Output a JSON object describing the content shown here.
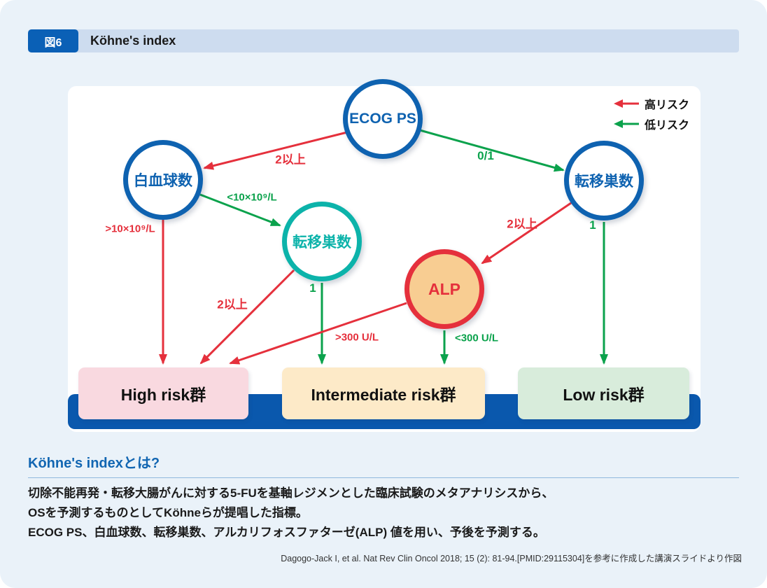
{
  "figure": {
    "badge": "図6",
    "title": "Köhne's index"
  },
  "colors": {
    "blue": "#0e62b0",
    "teal": "#0cb3aa",
    "red": "#e5303c",
    "green": "#0ba24c",
    "bar_blue": "#0a58ad",
    "badge_blue": "#0a60b6",
    "header_bg": "#cddcef",
    "page_bg": "#eaf2f9",
    "high_box": "#f9d9e0",
    "intermediate_box": "#fdeac8",
    "low_box": "#d8ecdb",
    "alp_fill": "#f8cd92"
  },
  "legend": {
    "high_label": "高リスク",
    "low_label": "低リスク"
  },
  "nodes": {
    "ecog": "ECOG PS",
    "wbc": "白血球数",
    "meta_mid": "転移巣数",
    "alp": "ALP",
    "meta_right": "転移巣数"
  },
  "edge_labels": {
    "ecog_to_wbc": "2以上",
    "ecog_to_meta": "0/1",
    "wbc_to_meta": "<10×10⁹/L",
    "wbc_to_high": ">10×10⁹/L",
    "meta_mid_to_high": "2以上",
    "meta_mid_to_int": "1",
    "alp_to_high": ">300 U/L",
    "alp_to_int": "<300 U/L",
    "meta_right_to_alp": "2以上",
    "meta_right_to_low": "1"
  },
  "groups": {
    "high": "High risk群",
    "intermediate": "Intermediate risk群",
    "low": "Low risk群"
  },
  "section": {
    "title": "Köhne's indexとは?",
    "body_lines": [
      "切除不能再発・転移大腸がんに対する5-FUを基軸レジメンとした臨床試験のメタアナリシスから、",
      "OSを予測するものとしてKöhneらが提唱した指標。",
      "ECOG PS、白血球数、転移巣数、アルカリフォスファターゼ(ALP) 値を用い、予後を予測する。"
    ]
  },
  "citation": "Dagogo-Jack I, et al. Nat Rev Clin Oncol 2018; 15 (2): 81-94.[PMID:29115304]を参考に作成した講演スライドより作図"
}
